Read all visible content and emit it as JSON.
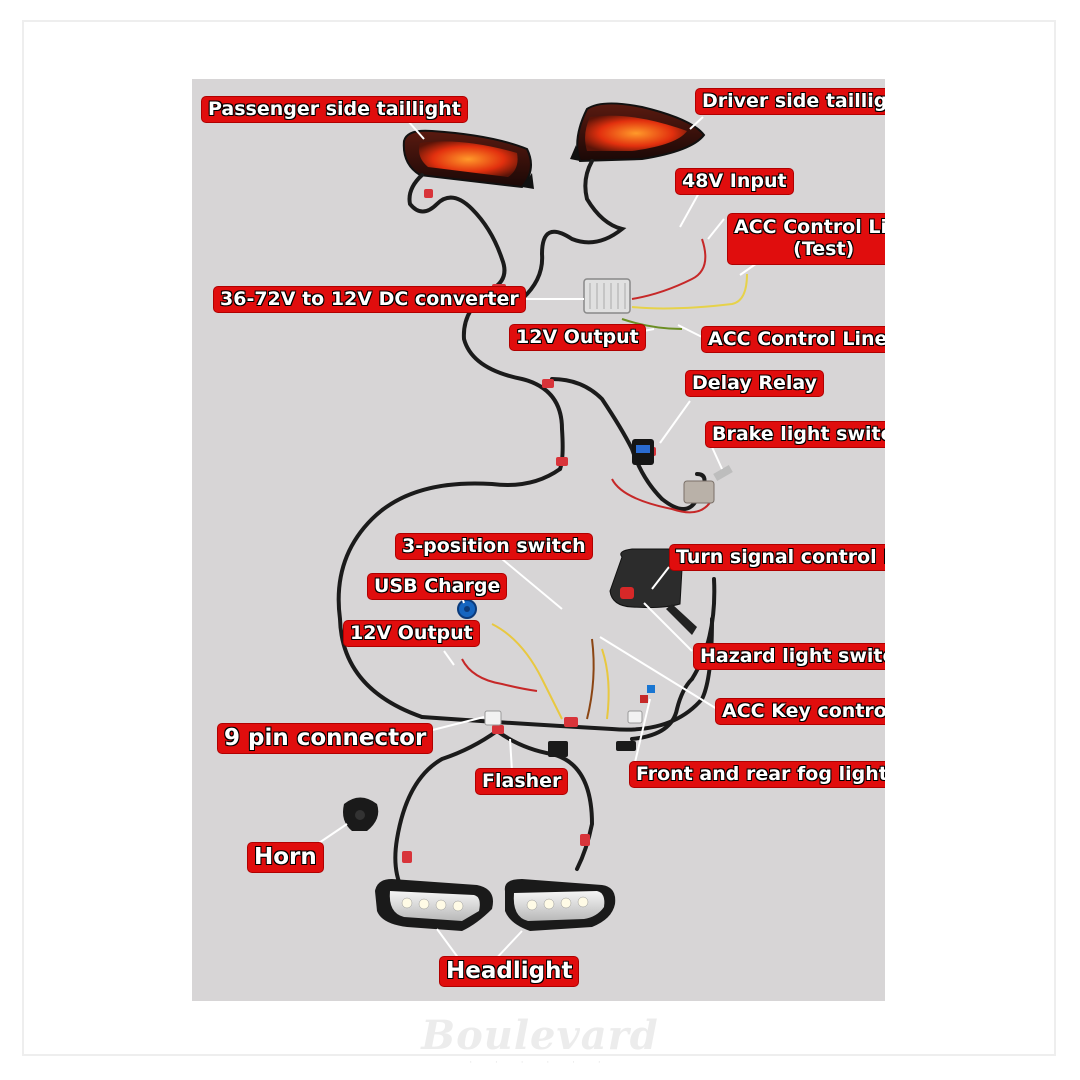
{
  "labels": {
    "passenger_taillight": "Passenger side taillight",
    "driver_taillight": "Driver side taillight",
    "input_48v": "48V Input",
    "acc_control_line_test": "ACC Control Line\n(Test)",
    "dc_converter": "36-72V  to 12V DC converter",
    "output_12v_top": "12V Output",
    "acc_control_line": "ACC Control Line",
    "delay_relay": "Delay Relay",
    "brake_light_switch": "Brake light switch",
    "three_position_switch": "3-position switch",
    "turn_signal_box": "Turn signal control Box",
    "usb_charge": "USB Charge",
    "output_12v_bottom": "12V Output",
    "hazard_switch": "Hazard light switch",
    "acc_key_control": "ACC Key control",
    "nine_pin_connector": "9 pin connector",
    "flasher": "Flasher",
    "fog_lights": "Front and rear fog lights",
    "horn": "Horn",
    "headlight": "Headlight"
  },
  "brand": {
    "name": "Boulevard",
    "tagline": "· · · · · ·"
  },
  "colors": {
    "label_bg": "#e00d0d",
    "panel_bg": "#d7d5d6",
    "wire": "#1b1b1b",
    "tape": "#d8343a"
  }
}
